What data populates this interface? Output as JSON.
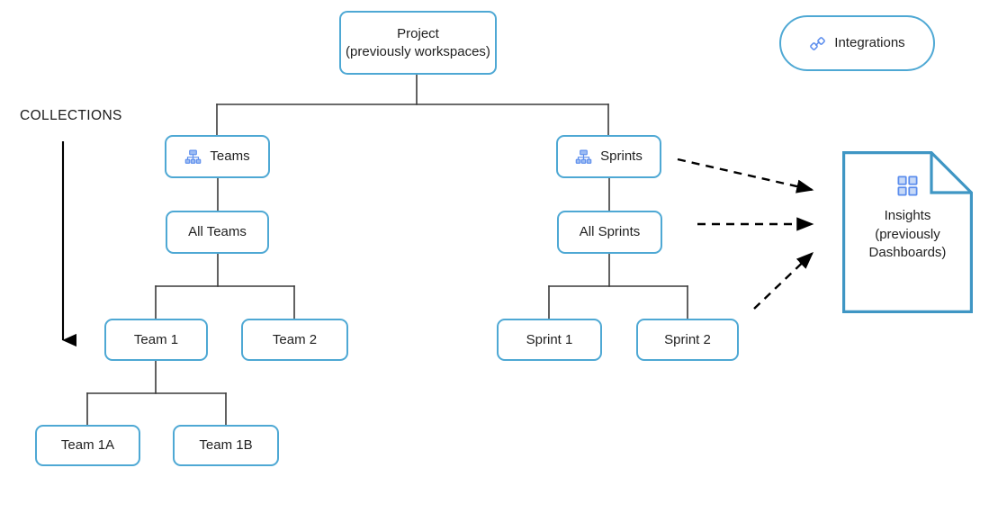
{
  "diagram": {
    "background": "#ffffff",
    "node_border_color": "#4ea8d4",
    "document_border_color": "#3f96c4",
    "connector_color": "#3a3a3a",
    "arrow_color": "#000000",
    "icon_color": "#5b8ded",
    "text_color": "#1f1f1f",
    "annotation": {
      "label": "COLLECTIONS",
      "arrow_direction": "down"
    },
    "nodes": [
      {
        "id": "project",
        "label": "Project\n(previously workspaces)",
        "shape": "rounded-rect",
        "icon": null
      },
      {
        "id": "integrations",
        "label": "Integrations",
        "shape": "pill",
        "icon": "chain-link-icon"
      },
      {
        "id": "teams",
        "label": "Teams",
        "shape": "rounded-rect",
        "icon": "hierarchy-icon"
      },
      {
        "id": "sprints",
        "label": "Sprints",
        "shape": "rounded-rect",
        "icon": "hierarchy-icon"
      },
      {
        "id": "all-teams",
        "label": "All Teams",
        "shape": "rounded-rect",
        "icon": null
      },
      {
        "id": "all-sprints",
        "label": "All Sprints",
        "shape": "rounded-rect",
        "icon": null
      },
      {
        "id": "team-1",
        "label": "Team 1",
        "shape": "rounded-rect",
        "icon": null
      },
      {
        "id": "team-2",
        "label": "Team 2",
        "shape": "rounded-rect",
        "icon": null
      },
      {
        "id": "sprint-1",
        "label": "Sprint 1",
        "shape": "rounded-rect",
        "icon": null
      },
      {
        "id": "sprint-2",
        "label": "Sprint 2",
        "shape": "rounded-rect",
        "icon": null
      },
      {
        "id": "team-1a",
        "label": "Team 1A",
        "shape": "rounded-rect",
        "icon": null
      },
      {
        "id": "team-1b",
        "label": "Team 1B",
        "shape": "rounded-rect",
        "icon": null
      },
      {
        "id": "insights",
        "label": "Insights\n(previously\nDashboards)",
        "shape": "document",
        "icon": "dashboard-grid-icon"
      }
    ],
    "edges": [
      {
        "from": "project",
        "to": "teams",
        "style": "solid"
      },
      {
        "from": "project",
        "to": "sprints",
        "style": "solid"
      },
      {
        "from": "teams",
        "to": "all-teams",
        "style": "solid"
      },
      {
        "from": "all-teams",
        "to": "team-1",
        "style": "solid"
      },
      {
        "from": "all-teams",
        "to": "team-2",
        "style": "solid"
      },
      {
        "from": "team-1",
        "to": "team-1a",
        "style": "solid"
      },
      {
        "from": "team-1",
        "to": "team-1b",
        "style": "solid"
      },
      {
        "from": "sprints",
        "to": "all-sprints",
        "style": "solid"
      },
      {
        "from": "all-sprints",
        "to": "sprint-1",
        "style": "solid"
      },
      {
        "from": "all-sprints",
        "to": "sprint-2",
        "style": "solid"
      },
      {
        "from": "sprints",
        "to": "insights",
        "style": "dashed-arrow"
      },
      {
        "from": "all-sprints",
        "to": "insights",
        "style": "dashed-arrow"
      },
      {
        "from": "sprint-2",
        "to": "insights",
        "style": "dashed-arrow"
      }
    ]
  }
}
